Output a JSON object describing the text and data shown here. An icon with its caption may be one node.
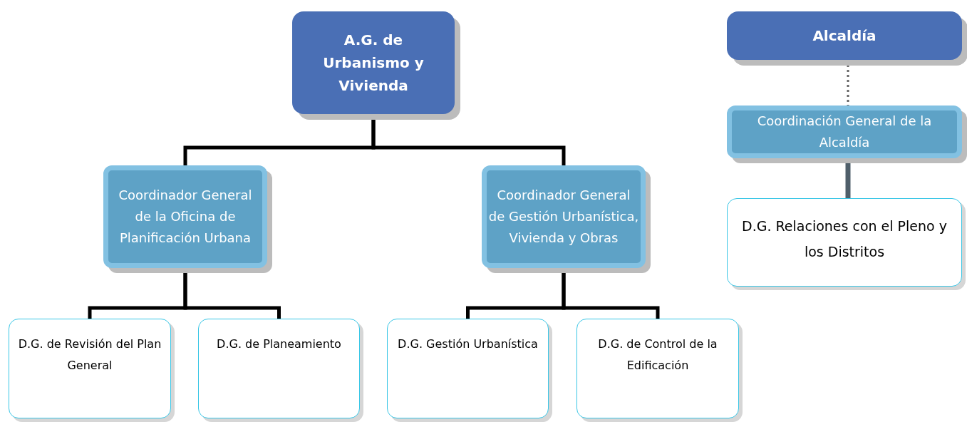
{
  "diagram": {
    "nodes": [
      {
        "text": [
          "A.G. de Urbanismo y Vivienda"
        ]
      },
      {
        "text": [
          "Coordinador General de la Oficina de Planificación Urbana"
        ]
      },
      {
        "text": [
          "Coordinador General de Gestión Urbanística, Vivienda y Obras"
        ]
      },
      {
        "text": [
          "D.G. de Revisión del Plan General"
        ]
      },
      {
        "text": [
          "D.G. de Planeamiento"
        ]
      },
      {
        "text": [
          "D.G. Gestión Urbanística"
        ]
      },
      {
        "text": [
          "D.G. de Control de la Edificación"
        ]
      },
      {
        "text": [
          "Alcaldía"
        ]
      },
      {
        "text": [
          "Coordinación General de la Alcaldía"
        ]
      },
      {
        "text": [
          "D.G. Relaciones con el Pleno y los Distritos"
        ]
      }
    ],
    "edges": [
      {
        "from": 0,
        "to": 1,
        "arrow": "none"
      },
      {
        "from": 0,
        "to": 2,
        "arrow": "none"
      },
      {
        "from": 1,
        "to": 3,
        "arrow": "none"
      },
      {
        "from": 1,
        "to": 4,
        "arrow": "none"
      },
      {
        "from": 2,
        "to": 5,
        "arrow": "none"
      },
      {
        "from": 2,
        "to": 6,
        "arrow": "none"
      },
      {
        "from": 7,
        "to": 8,
        "arrow": "none",
        "style": "dashed",
        "color": "#666666"
      },
      {
        "from": 8,
        "to": 9,
        "arrow": "none",
        "color": "#4f5f6a"
      }
    ]
  }
}
